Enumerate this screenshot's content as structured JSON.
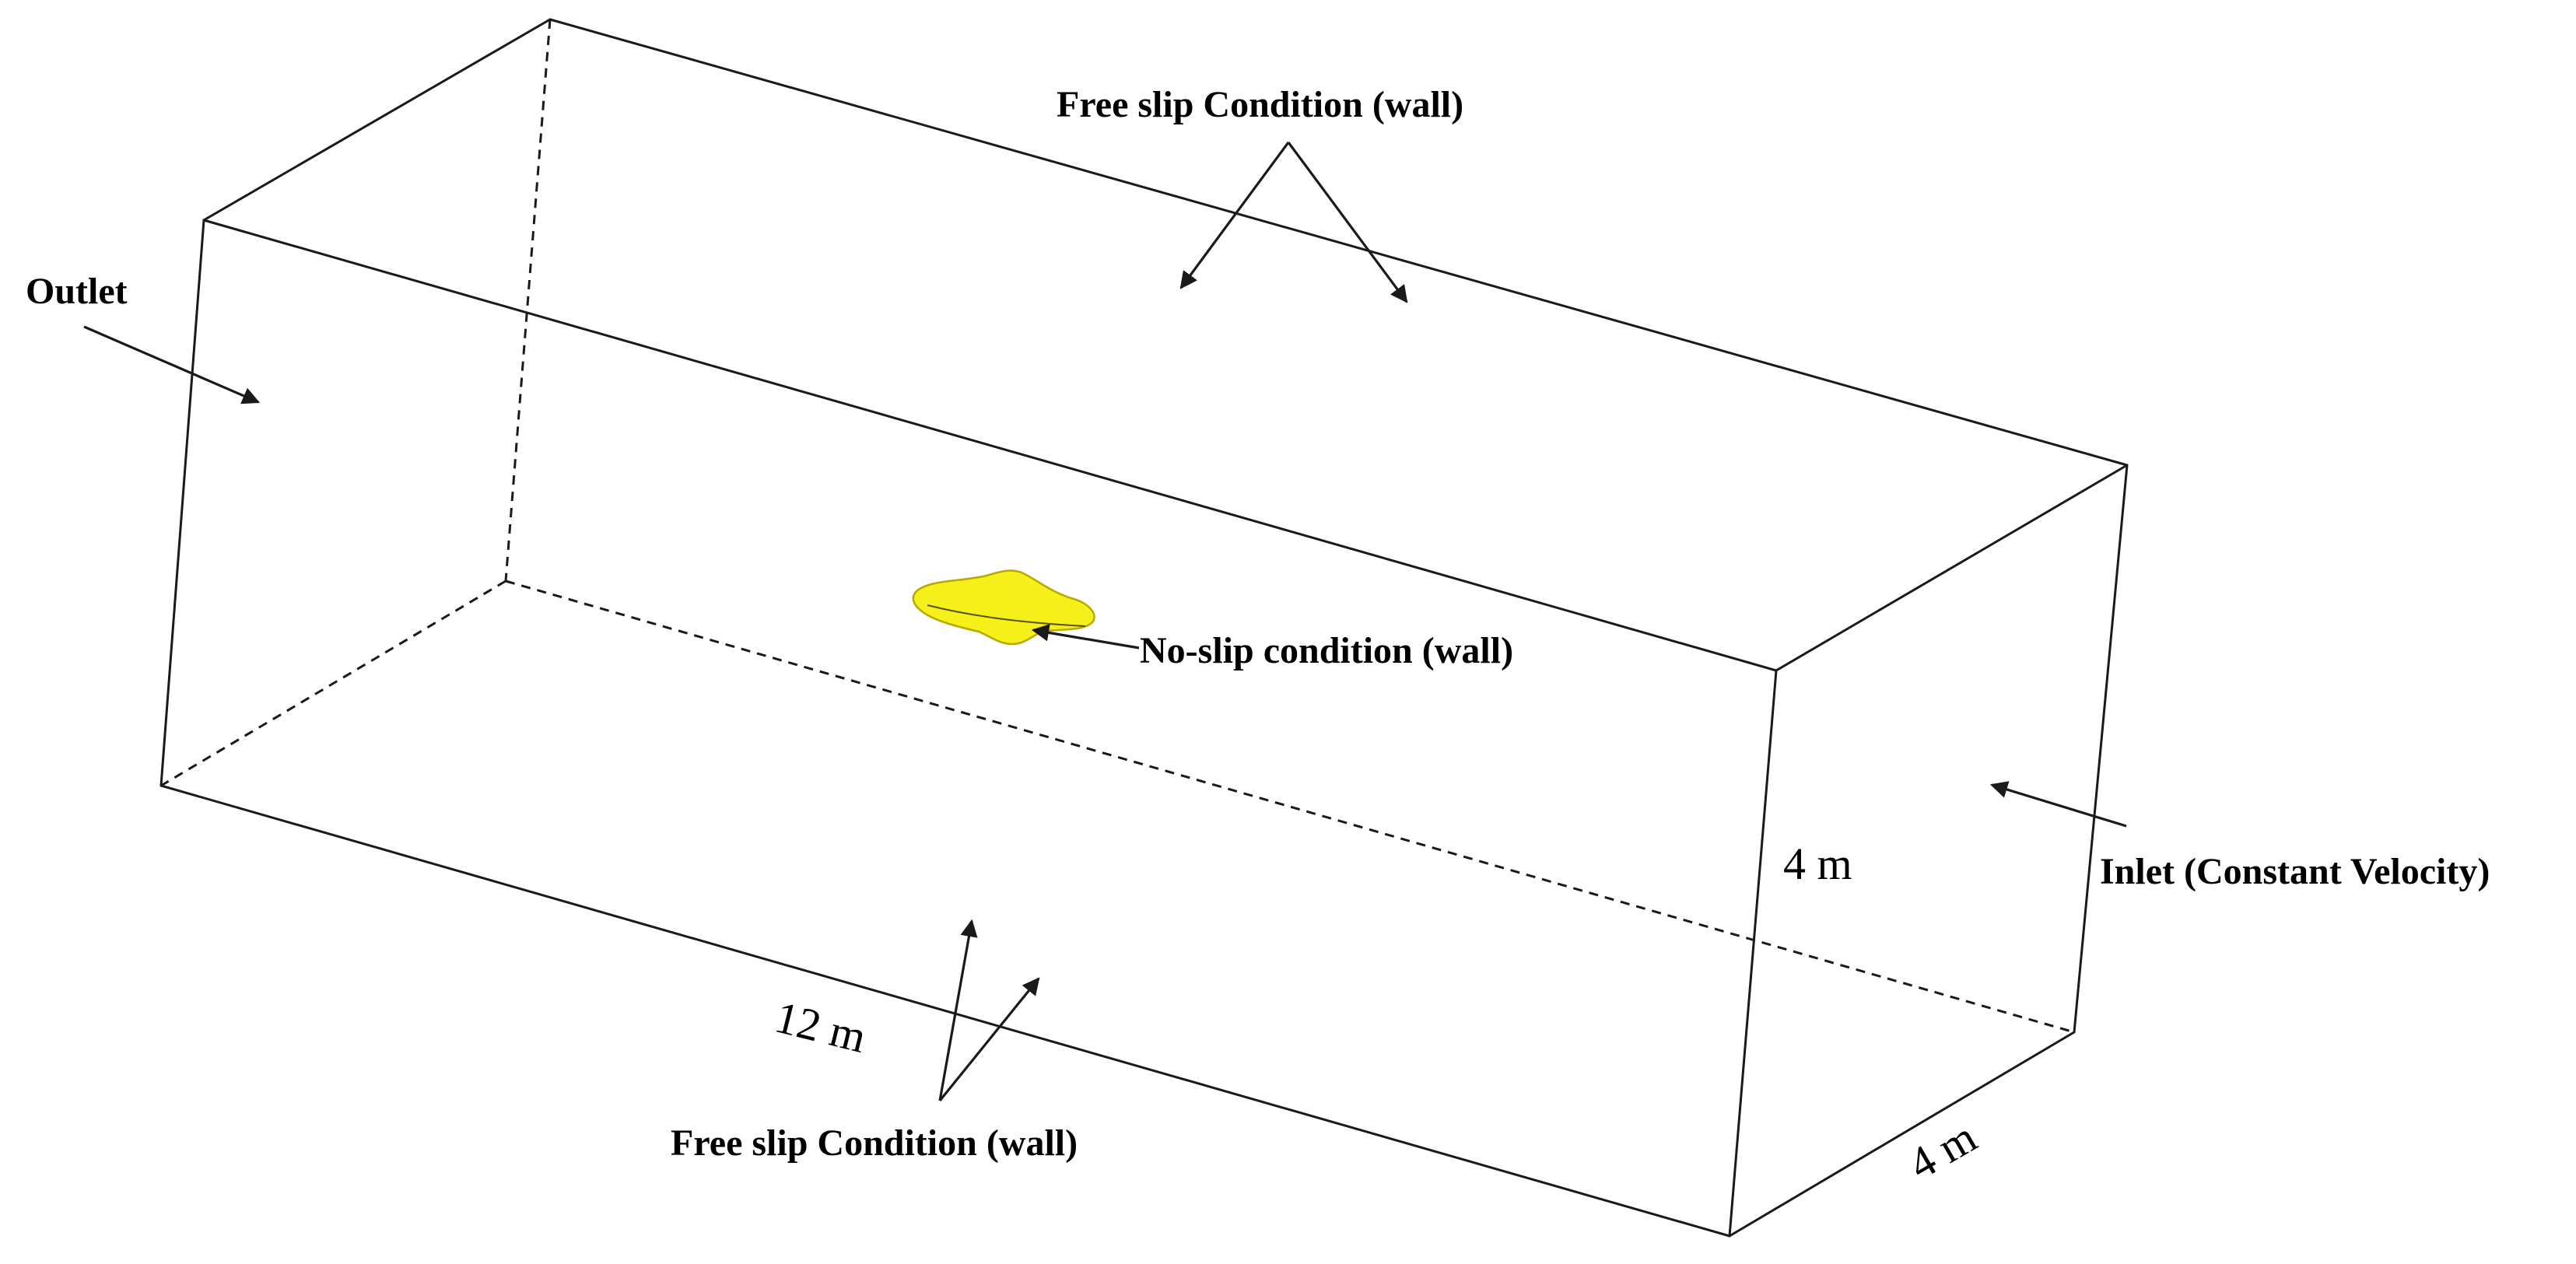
{
  "labels": {
    "top_wall": "Free slip Condition (wall)",
    "bottom_wall": "Free slip Condition (wall)",
    "outlet": "Outlet",
    "inlet": "Inlet (Constant Velocity)",
    "body_wall": "No-slip condition (wall)"
  },
  "dimensions": {
    "length": "12 m",
    "height": "4 m",
    "width": "4 m"
  },
  "colors": {
    "body_fill": "#f5ef1a",
    "body_stroke": "#b8a800",
    "line": "#1a1a1a"
  }
}
